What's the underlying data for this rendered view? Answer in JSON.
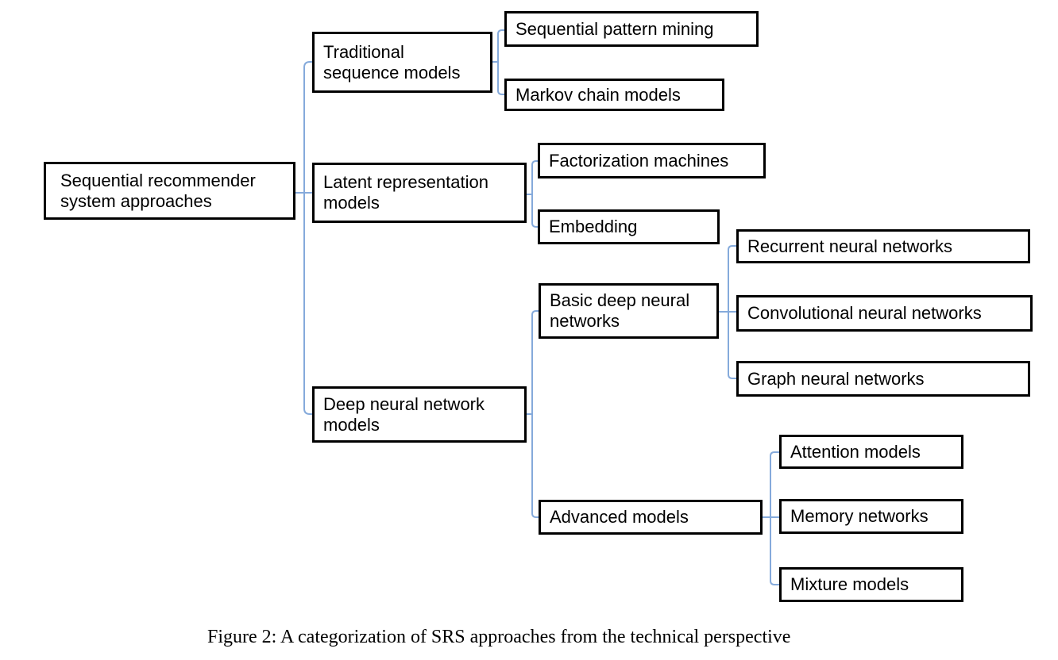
{
  "figure": {
    "caption": "Figure 2: A categorization of SRS approaches from the technical perspective"
  },
  "colors": {
    "connector": "#85aadb",
    "border": "#000000",
    "boxFill": "#ffffff",
    "text": "#000000",
    "background": "#ffffff"
  },
  "tree": {
    "root": {
      "label": "Sequential recommender\nsystem approaches",
      "children": [
        {
          "label": "Traditional\nsequence models",
          "children": [
            {
              "label": "Sequential pattern mining"
            },
            {
              "label": "Markov chain models"
            }
          ]
        },
        {
          "label": "Latent representation\nmodels",
          "children": [
            {
              "label": "Factorization machines"
            },
            {
              "label": "Embedding"
            }
          ]
        },
        {
          "label": "Deep neural network\nmodels",
          "children": [
            {
              "label": "Basic deep neural\nnetworks",
              "children": [
                {
                  "label": "Recurrent neural networks"
                },
                {
                  "label": "Convolutional neural networks"
                },
                {
                  "label": "Graph neural networks"
                }
              ]
            },
            {
              "label": "Advanced models",
              "children": [
                {
                  "label": "Attention models"
                },
                {
                  "label": "Memory networks"
                },
                {
                  "label": "Mixture models"
                }
              ]
            }
          ]
        }
      ]
    }
  }
}
